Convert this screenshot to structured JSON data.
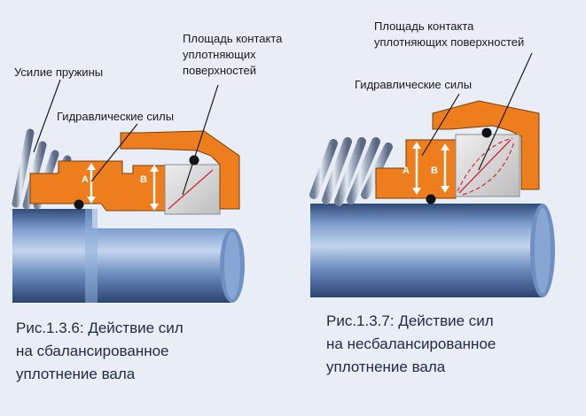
{
  "figures": [
    {
      "id": "balanced",
      "labels": {
        "contact_area": [
          "Площадь контакта",
          "уплотняющих",
          "поверхностей"
        ],
        "spring_force": "Усилие пружины",
        "hydraulic_forces": "Гидравлические силы",
        "force_a": "A",
        "force_b": "B"
      },
      "caption": [
        "Рис.1.3.6: Действие сил",
        "на сбалансированное",
        "уплотнение вала"
      ]
    },
    {
      "id": "unbalanced",
      "labels": {
        "contact_area": [
          "Площадь контакта",
          "уплотняющих поверхностей"
        ],
        "hydraulic_forces": "Гидравлические силы",
        "force_a": "A",
        "force_b": "B"
      },
      "caption": [
        "Рис.1.3.7: Действие сил",
        "на несбалансированное",
        "уплотнение вала"
      ]
    }
  ],
  "colors": {
    "background": "#e8edf6",
    "seal_orange": "#ee7d1e",
    "seal_outline": "#7a3e08",
    "shaft_blue": "#5a7fb0",
    "seat_grey": "#d4d4d4",
    "oring_black": "#121212",
    "arrow_white": "#ffffff",
    "leader_line": "#1b1b1b",
    "contact_line": "#d0283a"
  },
  "icons": [
    "spring-coil-icon",
    "o-ring-icon",
    "force-arrow-icon"
  ]
}
